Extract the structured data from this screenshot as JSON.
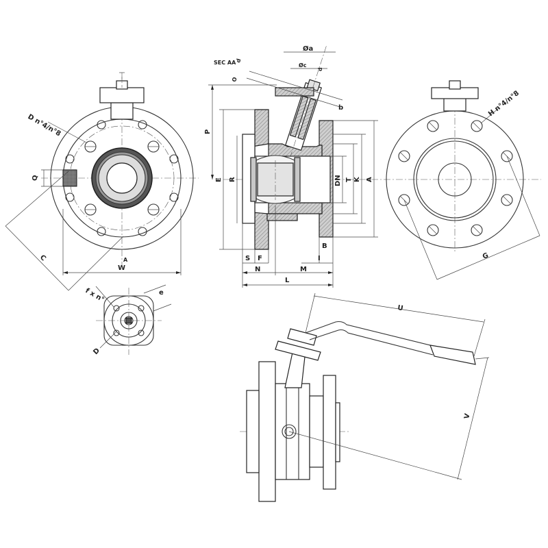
{
  "labels": {
    "d_bolts_left": "D n°4/n°8",
    "q": "Q",
    "c": "C",
    "w": "W",
    "f_x_n": "f x n°",
    "e": "e",
    "d_small": "D",
    "sec_aa": "SEC AA",
    "phi_a": "Øa",
    "phi_c": "Øc",
    "sq_d": "d",
    "d_stem": "d",
    "o": "O",
    "b": "b",
    "p": "P",
    "e_center": "E",
    "r": "R",
    "dn": "DN",
    "t": "T",
    "k": "K",
    "a": "A",
    "b_center": "B",
    "s": "S",
    "f_center": "F",
    "i": "I",
    "n": "N",
    "m": "M",
    "l": "L",
    "h_bolts_right": "H n°4/n°8",
    "g": "G",
    "u": "U",
    "v": "V",
    "section_mark": "A"
  }
}
